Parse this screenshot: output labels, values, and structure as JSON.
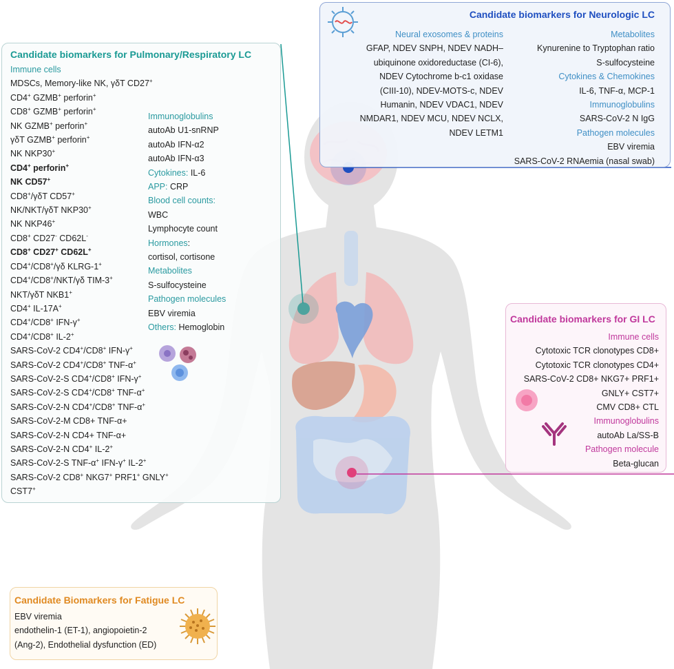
{
  "pulmonary": {
    "title": "Candidate biomarkers for Pulmonary/Respiratory LC",
    "immune_heading": "Immune cells",
    "immune_cells": [
      {
        "html": "MDSCs, Memory-like NK, γδT CD27<sup>+</sup>",
        "bold": false
      },
      {
        "html": "CD4<sup>+</sup> GZMB<sup>+</sup> perforin<sup>+</sup>",
        "bold": false
      },
      {
        "html": "CD8<sup>+</sup> GZMB<sup>+</sup> perforin<sup>+</sup>",
        "bold": false
      },
      {
        "html": "NK GZMB<sup>+</sup> perforin<sup>+</sup>",
        "bold": false
      },
      {
        "html": "γδT GZMB<sup>+</sup> perforin<sup>+</sup>",
        "bold": false
      },
      {
        "html": "NK NKP30<sup>+</sup>",
        "bold": false
      },
      {
        "html": "CD4<sup>+</sup> perforin<sup>+</sup>",
        "bold": true
      },
      {
        "html": "NK CD57<sup>+</sup>",
        "bold": true
      },
      {
        "html": "CD8<sup>+</sup>/γδT CD57<sup>+</sup>",
        "bold": false
      },
      {
        "html": "NK/NKT/γδT NKP30<sup>+</sup>",
        "bold": false
      },
      {
        "html": "NK NKP46<sup>+</sup>",
        "bold": false
      },
      {
        "html": "CD8<sup>+</sup> CD27<sup>-</sup> CD62L<sup>-</sup>",
        "bold": false
      },
      {
        "html": "CD8<sup>+</sup> CD27<sup>+</sup> CD62L<sup>+</sup>",
        "bold": true
      },
      {
        "html": "CD4<sup>+</sup>/CD8<sup>+</sup>/γδ KLRG-1<sup>+</sup>",
        "bold": false
      },
      {
        "html": "CD4<sup>+</sup>/CD8<sup>+</sup>/NKT/γδ TIM-3<sup>+</sup>",
        "bold": false
      },
      {
        "html": "NKT/γδT NKB1<sup>+</sup>",
        "bold": false
      },
      {
        "html": "CD4<sup>+</sup> IL-17A<sup>+</sup>",
        "bold": false
      },
      {
        "html": "CD4<sup>+</sup>/CD8<sup>+</sup> IFN-γ<sup>+</sup>",
        "bold": false
      },
      {
        "html": "CD4<sup>+</sup>/CD8<sup>+</sup> IL-2<sup>+</sup>",
        "bold": false
      },
      {
        "html": "SARS-CoV-2 CD4<sup>+</sup>/CD8<sup>+</sup> IFN-γ<sup>+</sup>",
        "bold": false
      },
      {
        "html": "SARS-CoV-2 CD4<sup>+</sup>/CD8<sup>+</sup> TNF-α<sup>+</sup>",
        "bold": false
      },
      {
        "html": "SARS-CoV-2-S CD4<sup>+</sup>/CD8<sup>+</sup> IFN-γ<sup>+</sup>",
        "bold": false
      },
      {
        "html": "SARS-CoV-2-S CD4<sup>+</sup>/CD8<sup>+</sup> TNF-α<sup>+</sup>",
        "bold": false
      },
      {
        "html": "SARS-CoV-2-N CD4<sup>+</sup>/CD8<sup>+</sup> TNF-α<sup>+</sup>",
        "bold": false
      },
      {
        "html": "SARS-CoV-2-M CD8+ TNF-α+",
        "bold": false
      },
      {
        "html": "SARS-CoV-2-N CD4+ TNF-α+",
        "bold": false
      },
      {
        "html": "SARS-CoV-2-N CD4<sup>+</sup> IL-2<sup>+</sup>",
        "bold": false
      },
      {
        "html": "SARS-CoV-2-S TNF-α<sup>+</sup> IFN-γ<sup>+</sup> IL-2<sup>+</sup>",
        "bold": false
      },
      {
        "html": "SARS-CoV-2 CD8<sup>+</sup> NKG7<sup>+</sup> PRF1<sup>+</sup> GNLY<sup>+</sup>",
        "bold": false
      },
      {
        "html": "CST7<sup>+</sup>",
        "bold": false
      }
    ],
    "right_column": [
      {
        "heading": "Immunoglobulins",
        "text": ""
      },
      {
        "heading": "",
        "text": "autoAb U1-snRNP"
      },
      {
        "heading": "",
        "text": "autoAb IFN-α2"
      },
      {
        "heading": "",
        "text": "autoAb IFN-α3"
      },
      {
        "heading": "Cytokines:",
        "text": " IL-6"
      },
      {
        "heading": "APP:",
        "text": " CRP"
      },
      {
        "heading": "Blood cell counts:",
        "text": ""
      },
      {
        "heading": "",
        "text": "WBC"
      },
      {
        "heading": "",
        "text": "Lymphocyte count"
      },
      {
        "heading": "Hormones",
        "text": ":"
      },
      {
        "heading": "",
        "text": "cortisol, cortisone"
      },
      {
        "heading": "Metabolites",
        "text": ""
      },
      {
        "heading": "",
        "text": "S-sulfocysteine"
      },
      {
        "heading": "Pathogen molecules",
        "text": ""
      },
      {
        "heading": "",
        "text": "EBV viremia"
      },
      {
        "heading": "Others:",
        "text": " Hemoglobin"
      }
    ]
  },
  "neuro": {
    "title": "Candidate biomarkers for Neurologic LC",
    "left": [
      {
        "heading": "Neural exosomes & proteins",
        "text": ""
      },
      {
        "heading": "",
        "text": "GFAP, NDEV SNPH, NDEV NADH–"
      },
      {
        "heading": "",
        "text": "ubiquinone oxidoreductase (CI-6),"
      },
      {
        "heading": "",
        "text": "NDEV Cytochrome b-c1 oxidase"
      },
      {
        "heading": "",
        "text": "(CIII-10), NDEV-MOTS-c, NDEV"
      },
      {
        "heading": "",
        "text": "Humanin, NDEV VDAC1, NDEV"
      },
      {
        "heading": "",
        "text": "NMDAR1, NDEV MCU, NDEV NCLX,"
      },
      {
        "heading": "",
        "text": "NDEV LETM1"
      }
    ],
    "right": [
      {
        "heading": "Metabolites",
        "text": ""
      },
      {
        "heading": "",
        "text": "Kynurenine to Tryptophan ratio"
      },
      {
        "heading": "",
        "text": "S-sulfocysteine"
      },
      {
        "heading": "Cytokines & Chemokines",
        "text": ""
      },
      {
        "heading": "",
        "text": "IL-6, TNF-α, MCP-1"
      },
      {
        "heading": "Immunoglobulins",
        "text": ""
      },
      {
        "heading": "",
        "text": "SARS-CoV-2 N IgG"
      },
      {
        "heading": "Pathogen molecules",
        "text": ""
      },
      {
        "heading": "",
        "text": "EBV viremia"
      },
      {
        "heading": "",
        "text": "SARS-CoV-2 RNAemia (nasal swab)"
      }
    ]
  },
  "gi": {
    "title": "Candidate biomarkers for GI LC",
    "lines": [
      {
        "heading": "Immune cells",
        "text": ""
      },
      {
        "heading": "",
        "text": "Cytotoxic TCR clonotypes CD8+"
      },
      {
        "heading": "",
        "text": "Cytotoxic TCR clonotypes CD4+"
      },
      {
        "heading": "",
        "text": "SARS-CoV-2 CD8+ NKG7+ PRF1+"
      },
      {
        "heading": "",
        "text": "GNLY+ CST7+"
      },
      {
        "heading": "",
        "text": "CMV CD8+ CTL"
      },
      {
        "heading": "Immunoglobulins",
        "text": ""
      },
      {
        "heading": "",
        "text": "autoAb La/SS-B"
      },
      {
        "heading": "Pathogen molecule",
        "text": ""
      },
      {
        "heading": "",
        "text": "Beta-glucan"
      }
    ]
  },
  "fatigue": {
    "title": "Candidate Biomarkers for Fatigue LC",
    "lines": [
      "EBV viremia",
      "endothelin-1 (ET-1), angiopoietin-2",
      "(Ang-2),  Endothelial dysfunction (ED)"
    ]
  },
  "colors": {
    "pulmonary": "#1a9a94",
    "neuro": "#1f4fc0",
    "gi": "#c0389c",
    "fatigue": "#e08a22",
    "body": "#e3e3e3"
  },
  "icons": [
    "virus-icon",
    "immune-cells-icon",
    "antibody-icon",
    "gi-cell-icon",
    "coronavirus-icon"
  ]
}
